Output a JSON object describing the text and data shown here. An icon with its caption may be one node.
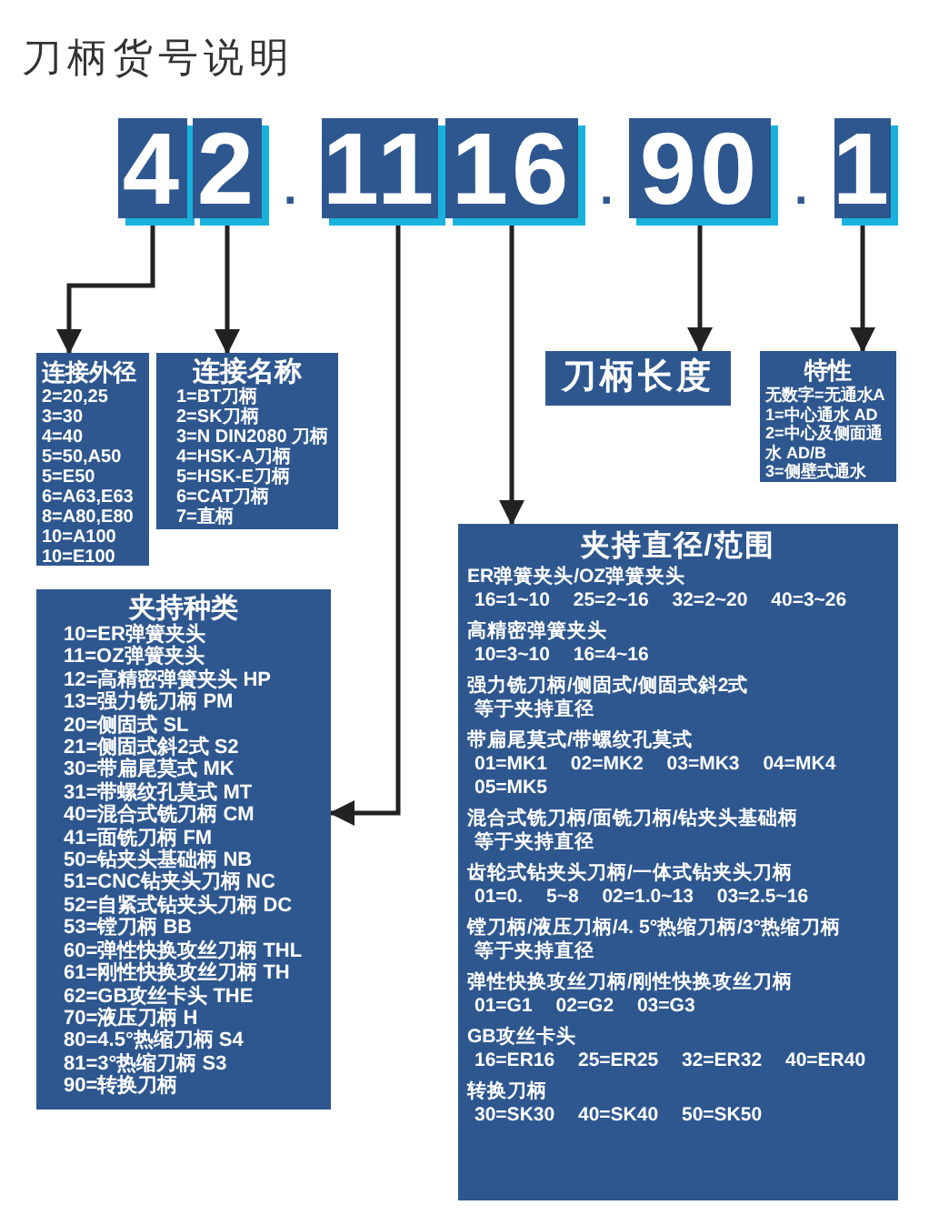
{
  "diagram": {
    "title": "刀柄货号说明",
    "nodes": [
      {
        "text": [
          "4"
        ]
      },
      {
        "text": [
          "2"
        ]
      },
      {
        "text": [
          "11"
        ]
      },
      {
        "text": [
          "16"
        ]
      },
      {
        "text": [
          "90"
        ]
      },
      {
        "text": [
          "1"
        ]
      },
      {
        "text": [
          "连接外径",
          "2=20,25",
          "3=30",
          "4=40",
          "5=50,A50",
          "5=E50",
          "6=A63,E63",
          "8=A80,E80",
          "10=A100",
          "10=E100"
        ]
      },
      {
        "text": [
          "连接名称",
          "1=BT刀柄",
          "2=SK刀柄",
          "3=N DIN2080 刀柄",
          "4=HSK-A刀柄",
          "5=HSK-E刀柄",
          "6=CAT刀柄",
          "7=直柄"
        ]
      },
      {
        "text": [
          "刀柄长度"
        ]
      },
      {
        "text": [
          "特性",
          "无数字=无通水A",
          "1=中心通水 AD",
          "2=中心及侧面通水 AD/B",
          "3=侧壁式通水"
        ]
      },
      {
        "text": [
          "夹持种类",
          "10=ER弹簧夹头",
          "11=OZ弹簧夹头",
          "12=高精密弹簧夹头 HP",
          "13=强力铣刀柄 PM",
          "20=侧固式 SL",
          "21=侧固式斜2式 S2",
          "30=带扁尾莫式 MK",
          "31=带螺纹孔莫式 MT",
          "40=混合式铣刀柄 CM",
          "41=面铣刀柄 FM",
          "50=钻夹头基础柄 NB",
          "51=CNC钻夹头刀柄 NC",
          "52=自紧式钻夹头刀柄 DC",
          "53=镗刀柄 BB",
          "60=弹性快换攻丝刀柄 THL",
          "61=刚性快换攻丝刀柄 TH",
          "62=GB攻丝卡头 THE",
          "70=液压刀柄 H",
          "80=4.5°热缩刀柄 S4",
          "81=3°热缩刀柄 S3",
          "90=转换刀柄"
        ]
      },
      {
        "text": [
          "夹持直径/范围",
          "ER弹簧夹头/OZ弹簧夹头",
          "16=1~10 25=2~16 32=2~20 40=3~26",
          "高精密弹簧夹头",
          "10=3~10 16=4~16",
          "强力铣刀柄/侧固式/侧固式斜2式",
          "等于夹持直径",
          "带扁尾莫式/带螺纹孔莫式",
          "01=MK1 02=MK2 03=MK3 04=MK4 05=MK5",
          "混合式铣刀柄/面铣刀柄/钻夹头基础柄",
          "等于夹持直径",
          "齿轮式钻夹头刀柄/一体式钻夹头刀柄",
          "01=0. 5~8 02=1.0~13 03=2.5~16",
          "镗刀柄/液压刀柄/4. 5°热缩刀柄/3°热缩刀柄",
          "等于夹持直径",
          "弹性快换攻丝刀柄/刚性快换攻丝刀柄",
          "01=G1 02=G2 03=G3",
          "GB攻丝卡头",
          "16=ER16 25=ER25 32=ER32 40=ER40",
          "转换刀柄",
          "30=SK30 40=SK40 50=SK50"
        ]
      }
    ],
    "edges": [
      {
        "from": 0,
        "to": 6,
        "arrow": "to"
      },
      {
        "from": 1,
        "to": 7,
        "arrow": "to"
      },
      {
        "from": 2,
        "to": 10,
        "arrow": "to"
      },
      {
        "from": 3,
        "to": 11,
        "arrow": "to"
      },
      {
        "from": 4,
        "to": 8,
        "arrow": "to"
      },
      {
        "from": 5,
        "to": 9,
        "arrow": "to"
      }
    ],
    "labels": [
      ".",
      ".",
      "."
    ]
  }
}
